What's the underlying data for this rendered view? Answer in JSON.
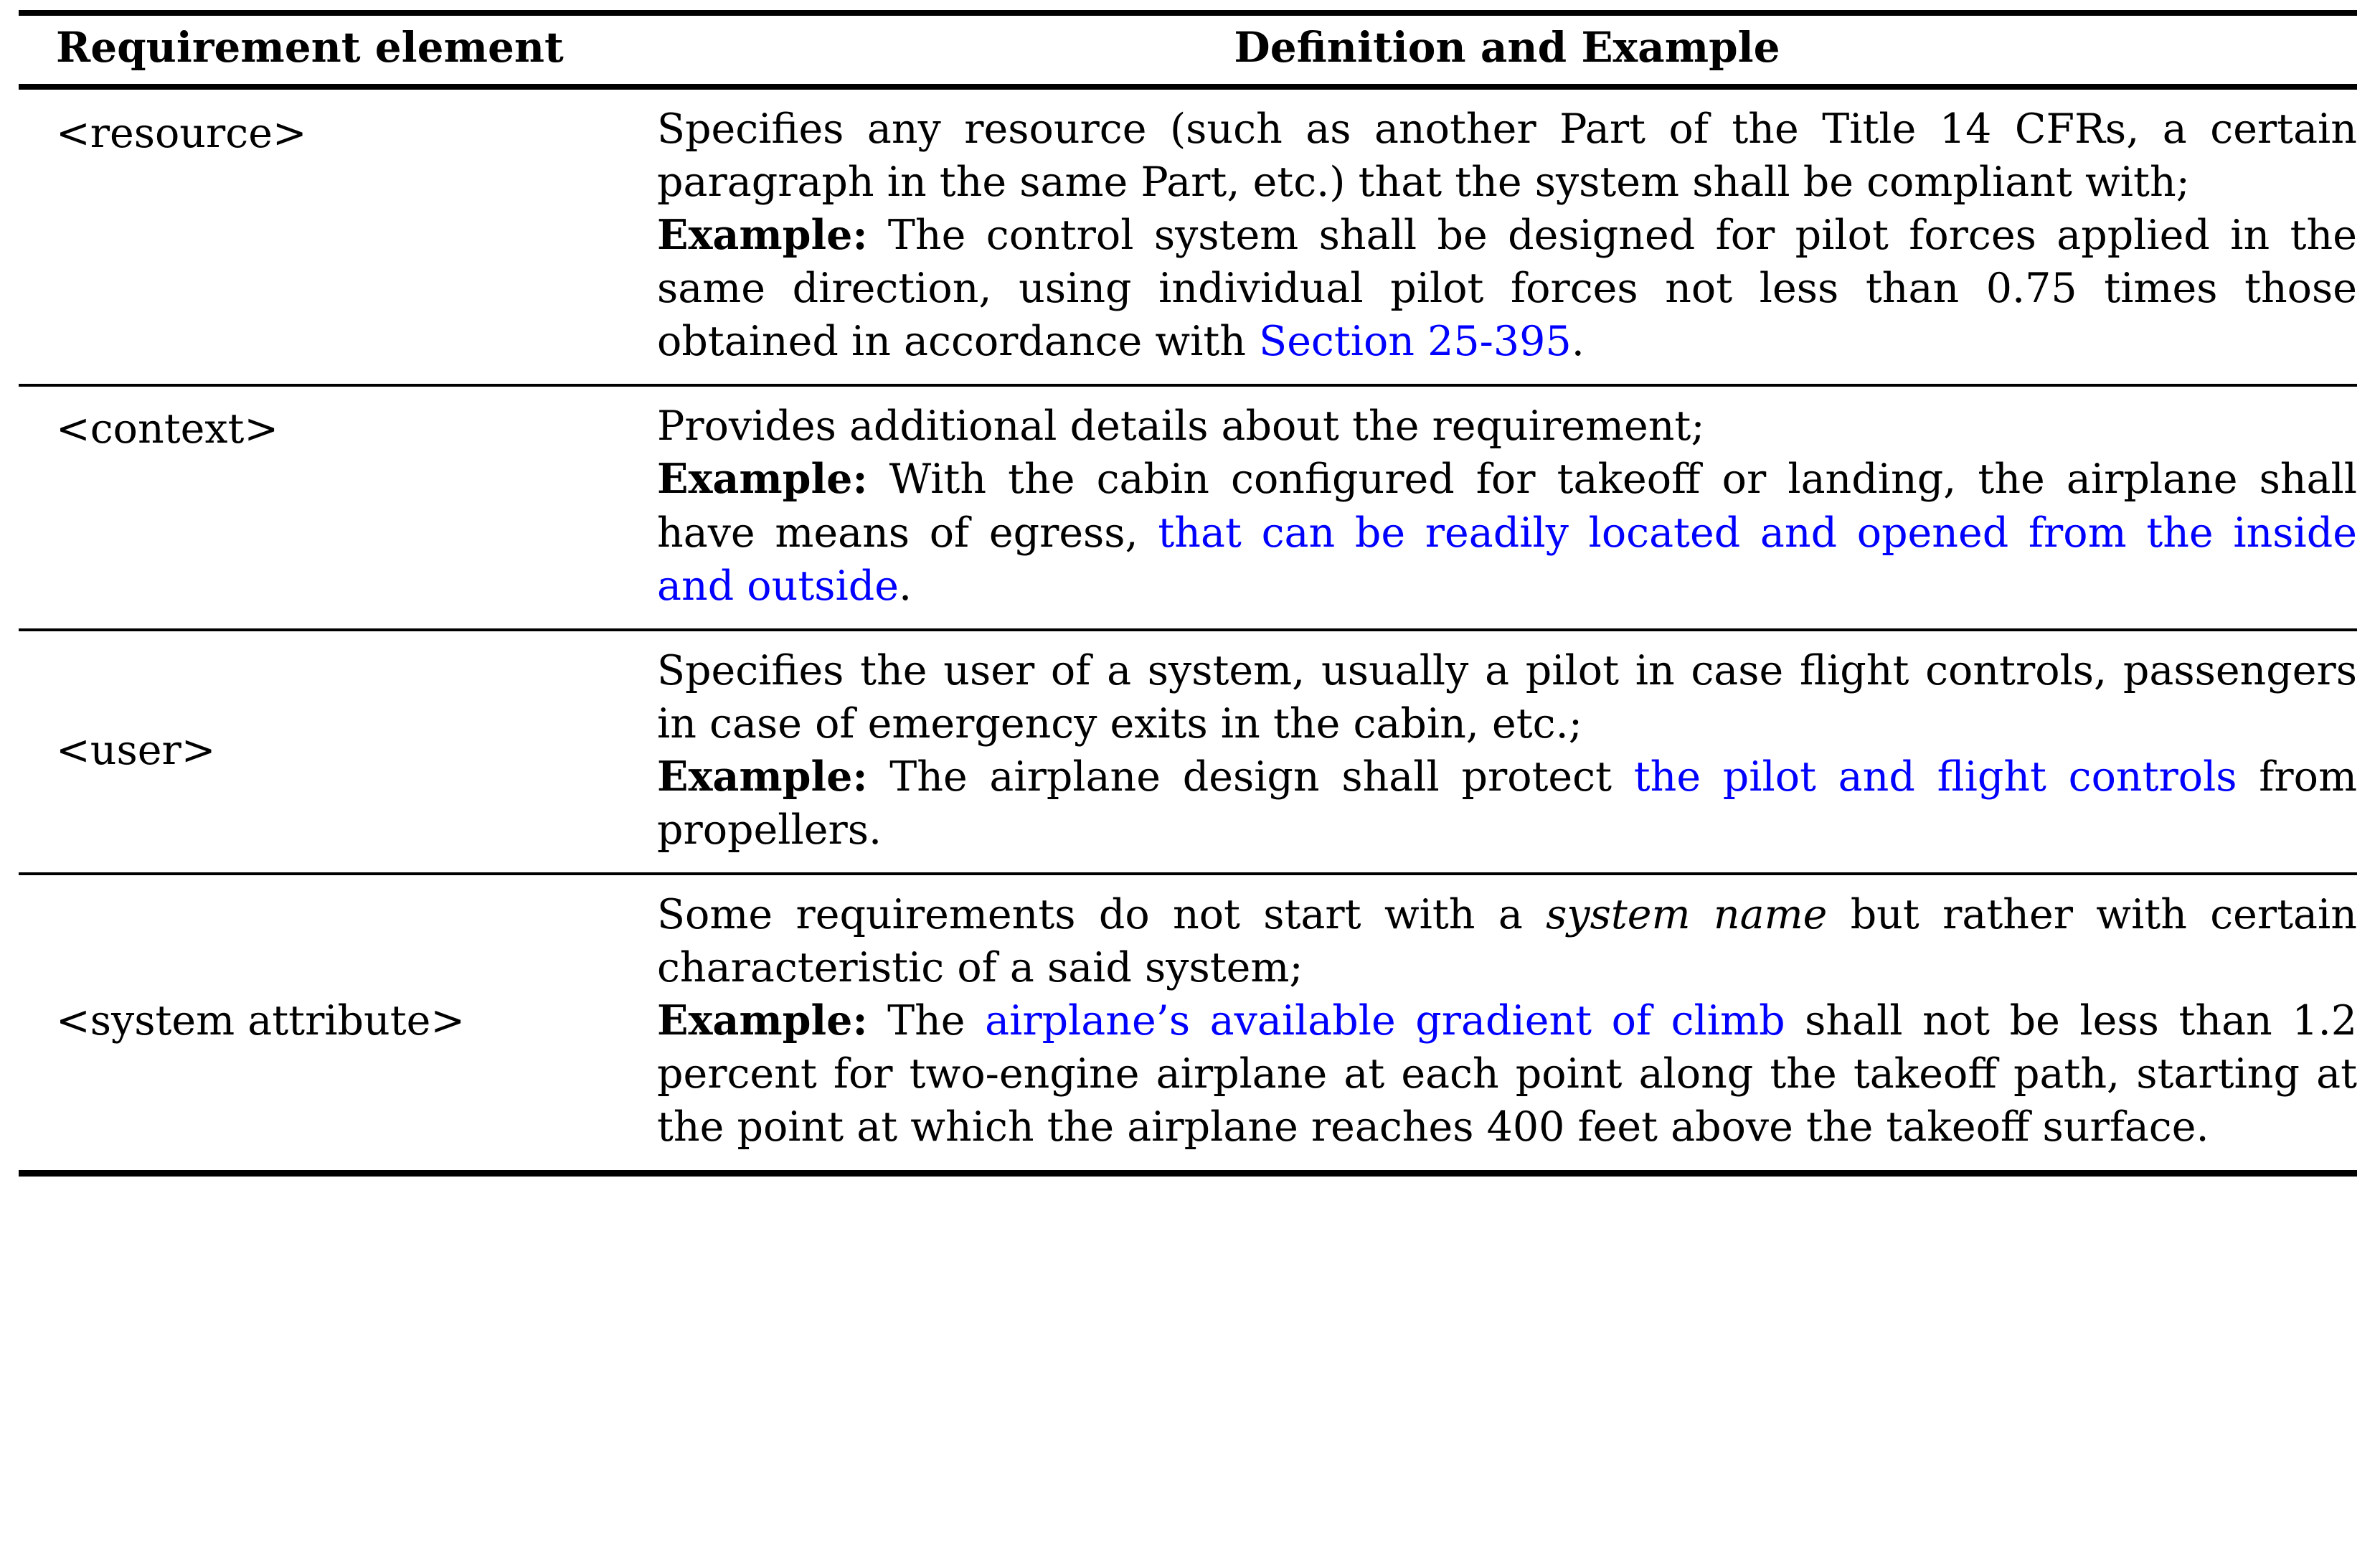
{
  "table": {
    "headers": {
      "col_element": "Requirement element",
      "col_definition": "Definition and Example"
    },
    "accent_link_color": "#0000FF",
    "rows": [
      {
        "element": "<resource>",
        "definition_plain": "Specifies any resource (such as another Part of the Title 14 CFRs, a certain paragraph in the same Part, etc.) that the system shall be compliant with;",
        "example_label": "Example:",
        "example_lead": " The control system shall be designed for pilot forces applied in the same direction, using individual pilot forces not less than 0.75 times those obtained in accordance with ",
        "example_link": "Section 25-395",
        "example_tail": "."
      },
      {
        "element": "<context>",
        "definition_plain": "Provides additional details about the requirement;",
        "example_label": "Example:",
        "example_lead": " With the cabin configured for takeoff or landing, the airplane shall have means of egress, ",
        "example_link": "that can be readily located and opened from the inside and outside",
        "example_tail": "."
      },
      {
        "element": "<user>",
        "definition_plain": "Specifies the user of a system, usually a pilot in case flight controls, passengers in case of emergency exits in the cabin, etc.;",
        "example_label": "Example:",
        "example_lead": " The airplane design shall protect ",
        "example_link": "the pilot and flight controls",
        "example_tail": " from propellers."
      },
      {
        "element": "<system attribute>",
        "definition_pre_italic": "Some requirements do not start with a ",
        "definition_italic": "system name",
        "definition_post_italic": " but rather with certain characteristic of a said system;",
        "example_label": "Example:",
        "example_lead": " The ",
        "example_link": "airplane’s available gradient of climb",
        "example_tail": " shall not be less than 1.2 percent for two-engine airplane at each point along the takeoff path, starting at the point at which the airplane reaches 400 feet above the takeoff surface."
      }
    ]
  }
}
